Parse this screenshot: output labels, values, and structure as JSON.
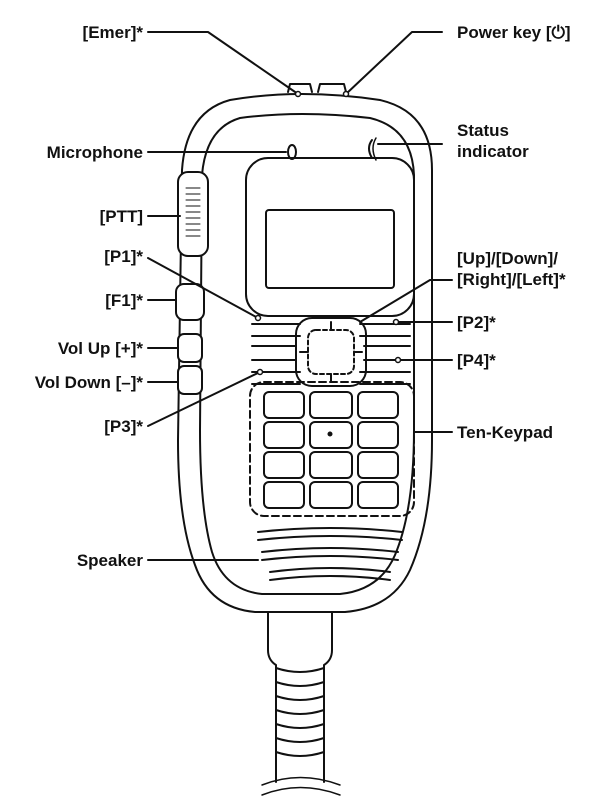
{
  "callouts": {
    "emer": "[Emer]*",
    "power_key": "Power key [⏻]",
    "microphone": "Microphone",
    "status_line1": "Status",
    "status_line2": "indicator",
    "ptt": "[PTT]",
    "p1": "[P1]*",
    "updown_line1": "[Up]/[Down]/",
    "updown_line2": "[Right]/[Left]*",
    "f1": "[F1]*",
    "p2": "[P2]*",
    "vol_up": "Vol Up [+]*",
    "vol_down": "Vol Down [–]*",
    "p4": "[P4]*",
    "p3": "[P3]*",
    "ten_keypad": "Ten-Keypad",
    "speaker": "Speaker"
  },
  "colors": {
    "ink": "#111111",
    "device_fill": "#ffffff",
    "screen_fill": "#ffffff"
  }
}
